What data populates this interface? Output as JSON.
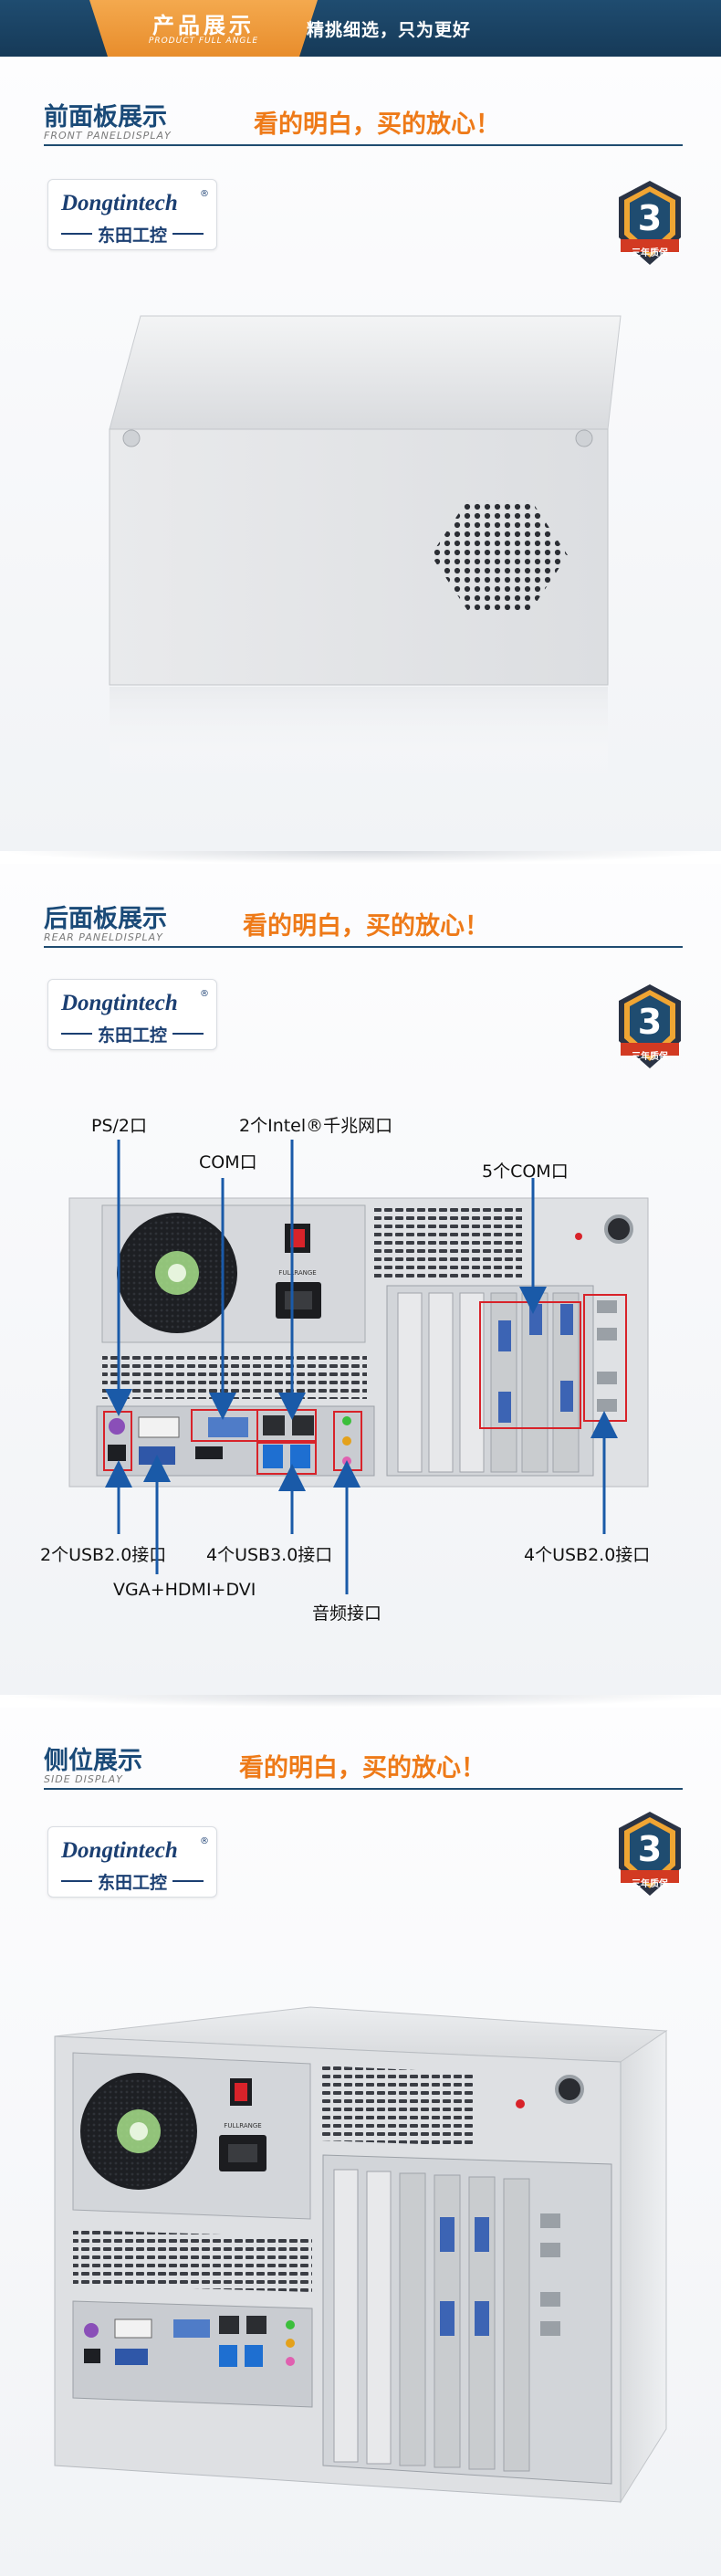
{
  "banner": {
    "title": "产品展示",
    "subtitle": "PRODUCT FULL ANGLE",
    "tagline": "精挑细选，只为更好",
    "colors": {
      "bar": "#1f4c70",
      "tab": "#ee8e2d"
    }
  },
  "brand": {
    "name": "Dongtintech",
    "reg": "®",
    "cn": "东田工控"
  },
  "badge": {
    "number": "3",
    "text": "三年质保"
  },
  "sections": [
    {
      "title": "前面板展示",
      "subtitle": "FRONT PANELDISPLAY",
      "slogan": "看的明白，买的放心！"
    },
    {
      "title": "后面板展示",
      "subtitle": "REAR PANELDISPLAY",
      "slogan": "看的明白，买的放心！",
      "callouts": {
        "ps2": "PS/2口",
        "com": "COM口",
        "lan": "2个Intel®千兆网口",
        "com5": "5个COM口",
        "usb2_left": "2个USB2.0接口",
        "usb3": "4个USB3.0接口",
        "usb2_right": "4个USB2.0接口",
        "video": "VGA+HDMI+DVI",
        "audio": "音频接口"
      },
      "psu_label": "FULLRANGE"
    },
    {
      "title": "侧位展示",
      "subtitle": "SIDE DISPLAY",
      "slogan": "看的明白，买的放心！",
      "psu_label": "FULLRANGE"
    }
  ],
  "accent": {
    "orange": "#ee7a18",
    "navy": "#1a4a78",
    "highlight": "#d8232a"
  }
}
